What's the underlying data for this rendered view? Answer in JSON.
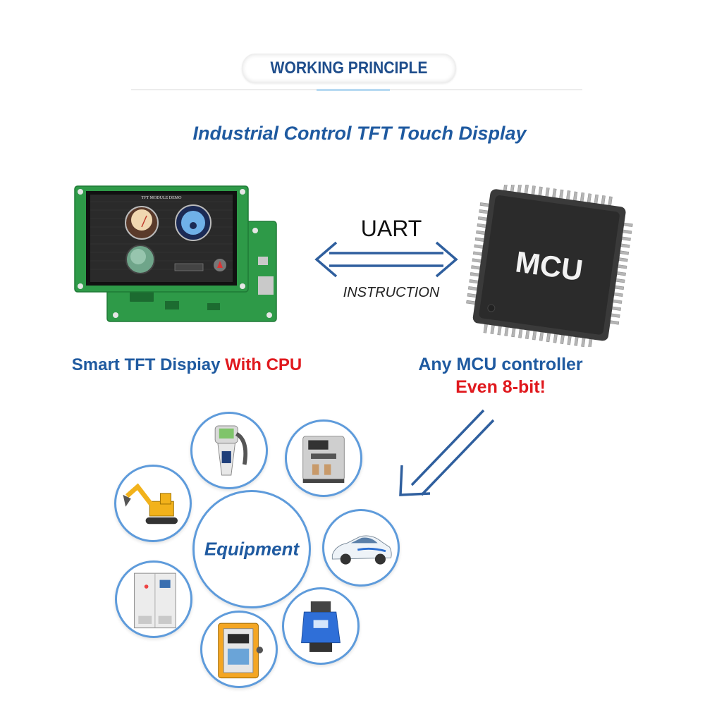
{
  "header": {
    "title": "WORKING PRINCIPLE"
  },
  "subtitle": "Industrial Control TFT Touch Display",
  "display_screen": {
    "caption": "TFT MODULE DEMO"
  },
  "link": {
    "uart": "UART",
    "instruction": "INSTRUCTION"
  },
  "mcu": {
    "label": "MCU"
  },
  "captions": {
    "left_main": "Smart TFT Dispiay ",
    "left_highlight": "With CPU",
    "right_line1": "Any MCU controller",
    "right_line2": "Even 8-bit!"
  },
  "equipment": {
    "center_label": "Equipment",
    "items": [
      "handheld-device",
      "coffee-machine",
      "excavator",
      "car",
      "power-cabinet",
      "control-panel",
      "ultrasonic-machine"
    ]
  },
  "colors": {
    "title_blue": "#1f4e8c",
    "accent_blue": "#1f5aa0",
    "highlight_red": "#e0191e",
    "circle_border": "#5e9bdb",
    "pcb_green": "#2e9a48"
  }
}
